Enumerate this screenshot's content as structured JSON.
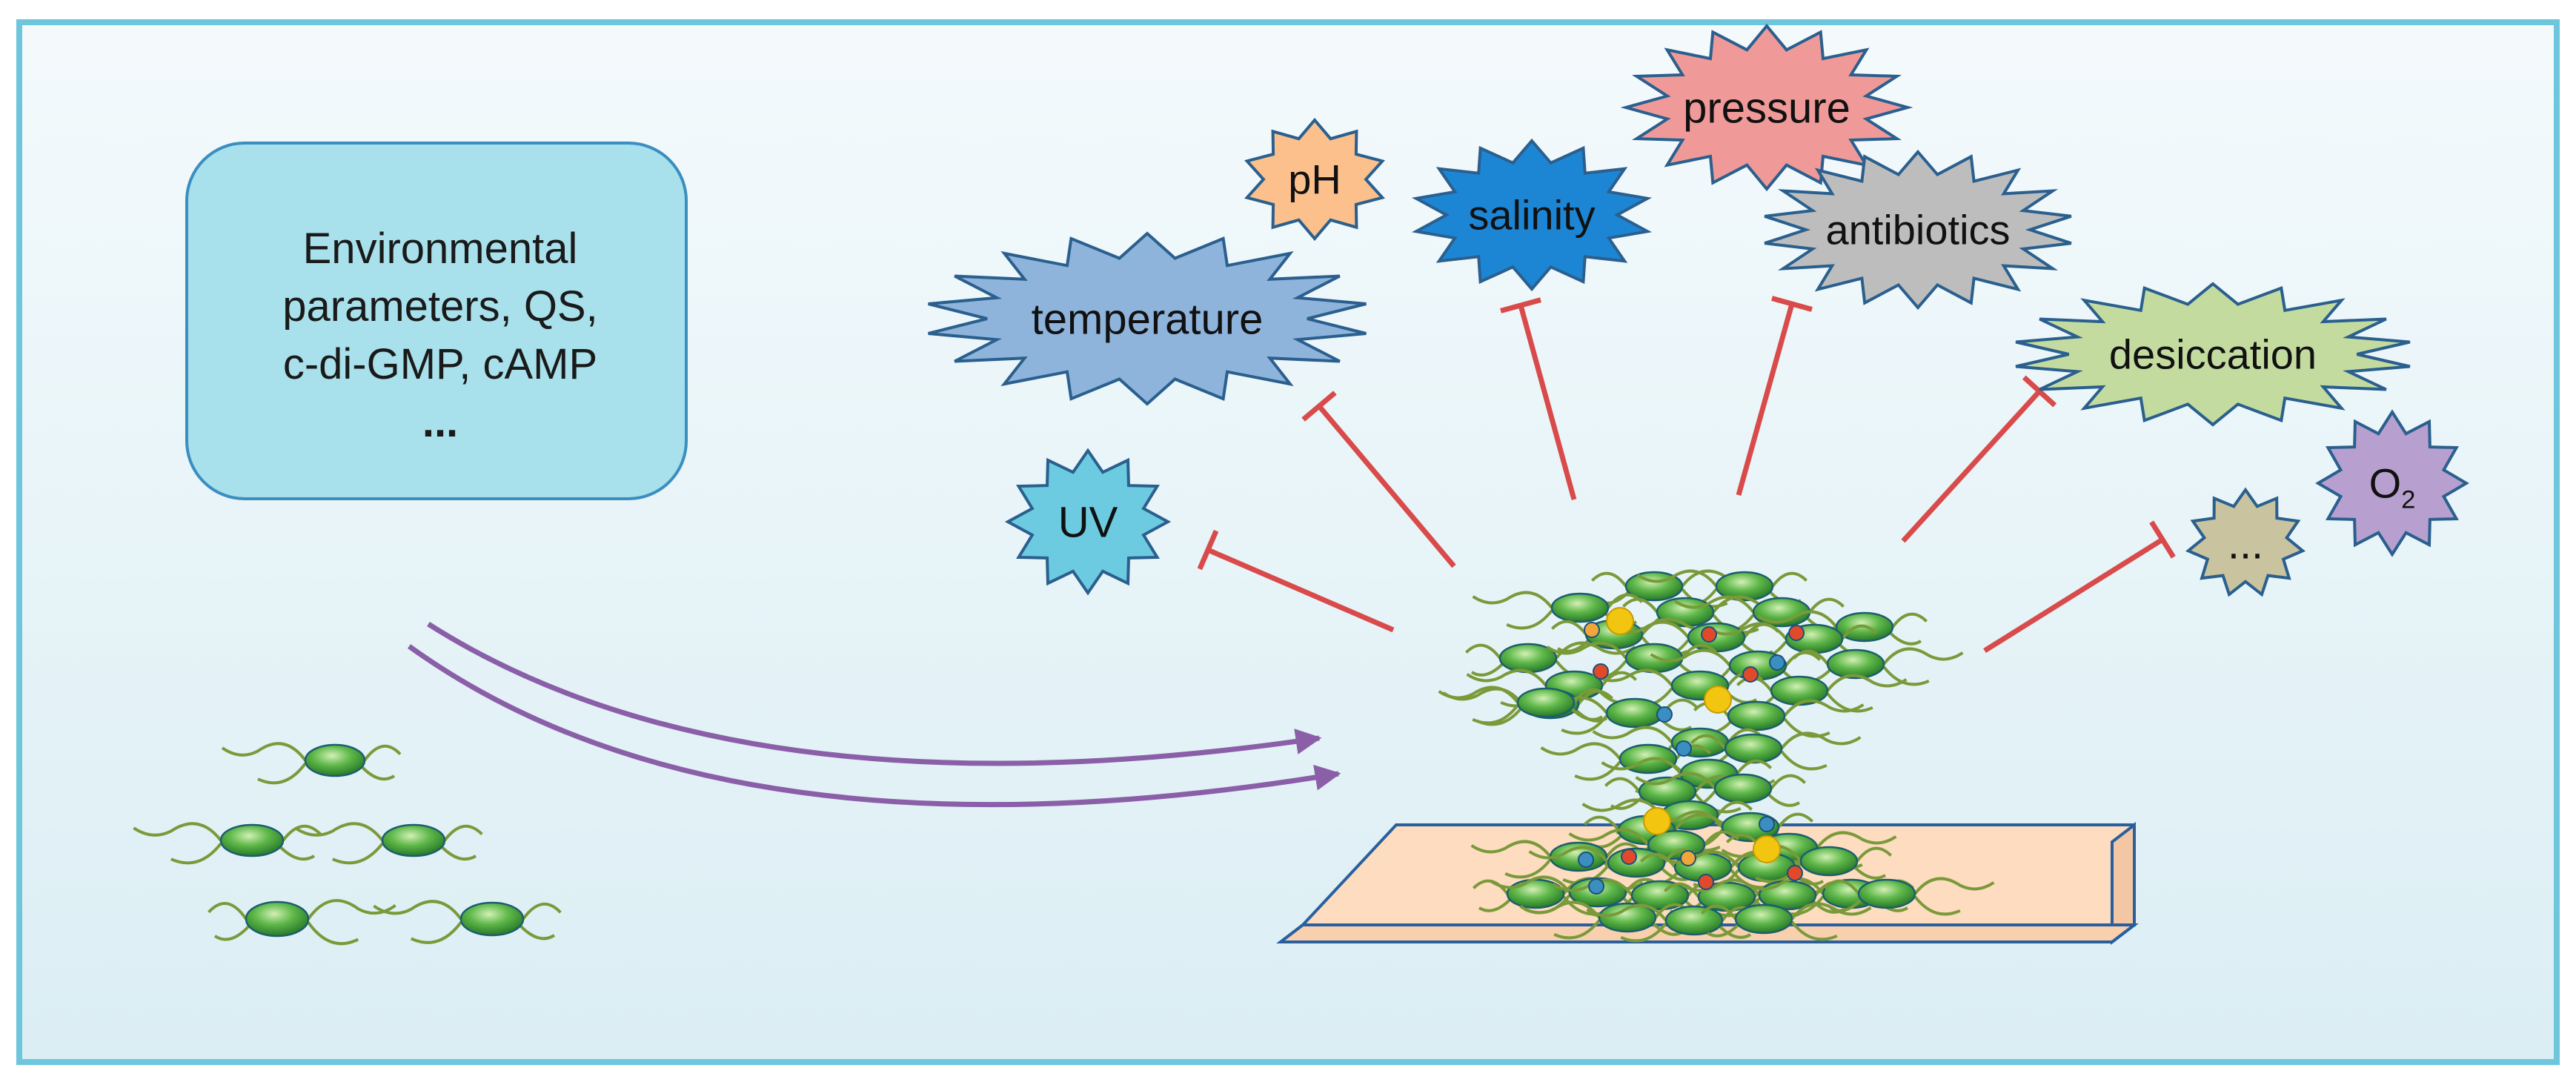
{
  "info_box": {
    "lines": [
      "Environmental",
      "parameters, QS,",
      "c-di-GMP, cAMP",
      "..."
    ]
  },
  "stressors": [
    {
      "key": "ph",
      "label": "pH",
      "fill": "#fbc08c"
    },
    {
      "key": "salinity",
      "label": "salinity",
      "fill": "#1d86d4"
    },
    {
      "key": "pressure",
      "label": "pressure",
      "fill": "#ef9a99"
    },
    {
      "key": "antibiotics",
      "label": "antibiotics",
      "fill": "#bdbdbd"
    },
    {
      "key": "temperature",
      "label": "temperature",
      "fill": "#8fb4dc"
    },
    {
      "key": "desiccation",
      "label": "desiccation",
      "fill": "#c4dba0"
    },
    {
      "key": "uv",
      "label": "UV",
      "fill": "#6ccbe0"
    },
    {
      "key": "o2",
      "label": "O",
      "subscript": "2",
      "fill": "#b7a0cf"
    },
    {
      "key": "more",
      "label": "...",
      "fill": "#c9c3a0"
    }
  ],
  "colors": {
    "frame": "#6ec6dc",
    "background_top": "#f4fafc",
    "background_bottom": "#dbeef4",
    "info_box_fill": "#a8e0ec",
    "info_box_stroke": "#3a8ec0",
    "inhibition_line": "#d94a4a",
    "arrow": "#8a5fa8",
    "surface_fill": "#fddcc0",
    "surface_stroke": "#2a5f9e",
    "bacteria_body": "#2f8f2f",
    "bacteria_highlight": "#bfe7a5",
    "flagella": "#7a9a3a"
  }
}
